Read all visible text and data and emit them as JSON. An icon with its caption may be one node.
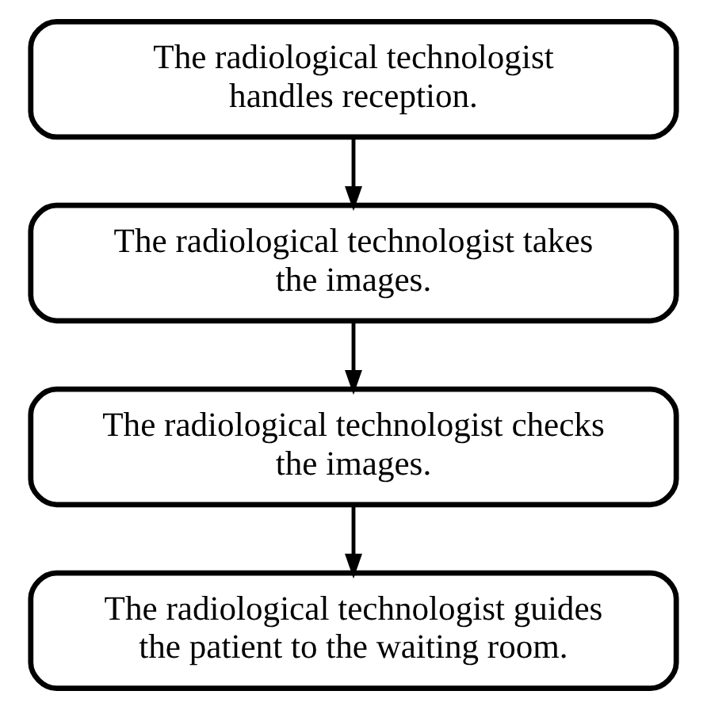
{
  "diagram": {
    "nodes": [
      {
        "text": [
          "The radiological technologist handles reception."
        ]
      },
      {
        "text": [
          "The radiological technologist takes the images."
        ]
      },
      {
        "text": [
          "The radiological technologist checks the images."
        ]
      },
      {
        "text": [
          "The radiological technologist guides the patient to the waiting room."
        ]
      }
    ],
    "edges": [
      {
        "from": 0,
        "to": 1,
        "arrow": "to"
      },
      {
        "from": 1,
        "to": 2,
        "arrow": "to"
      },
      {
        "from": 2,
        "to": 3,
        "arrow": "to"
      }
    ]
  }
}
